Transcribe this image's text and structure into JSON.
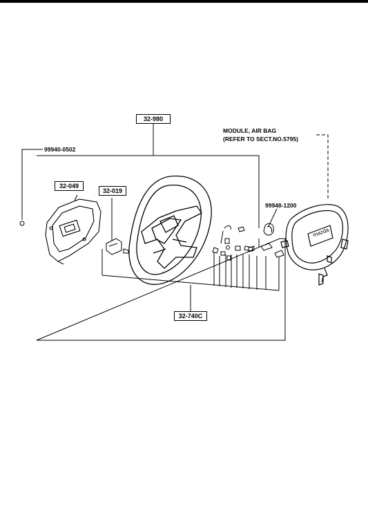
{
  "labels": {
    "wheel_assembly": "32-980",
    "nut_part": "99940-0502",
    "lower_cover": "32-049",
    "switch_part": "32-019",
    "nut_part_2": "99948-1200",
    "parts_set": "32-740C",
    "module_line1": "MODULE, AIR BAG",
    "module_line2": "(REFER TO SECT.NO.5795)",
    "airbag_logo": "mazda"
  },
  "colors": {
    "ink": "#000000",
    "paper": "#ffffff"
  }
}
